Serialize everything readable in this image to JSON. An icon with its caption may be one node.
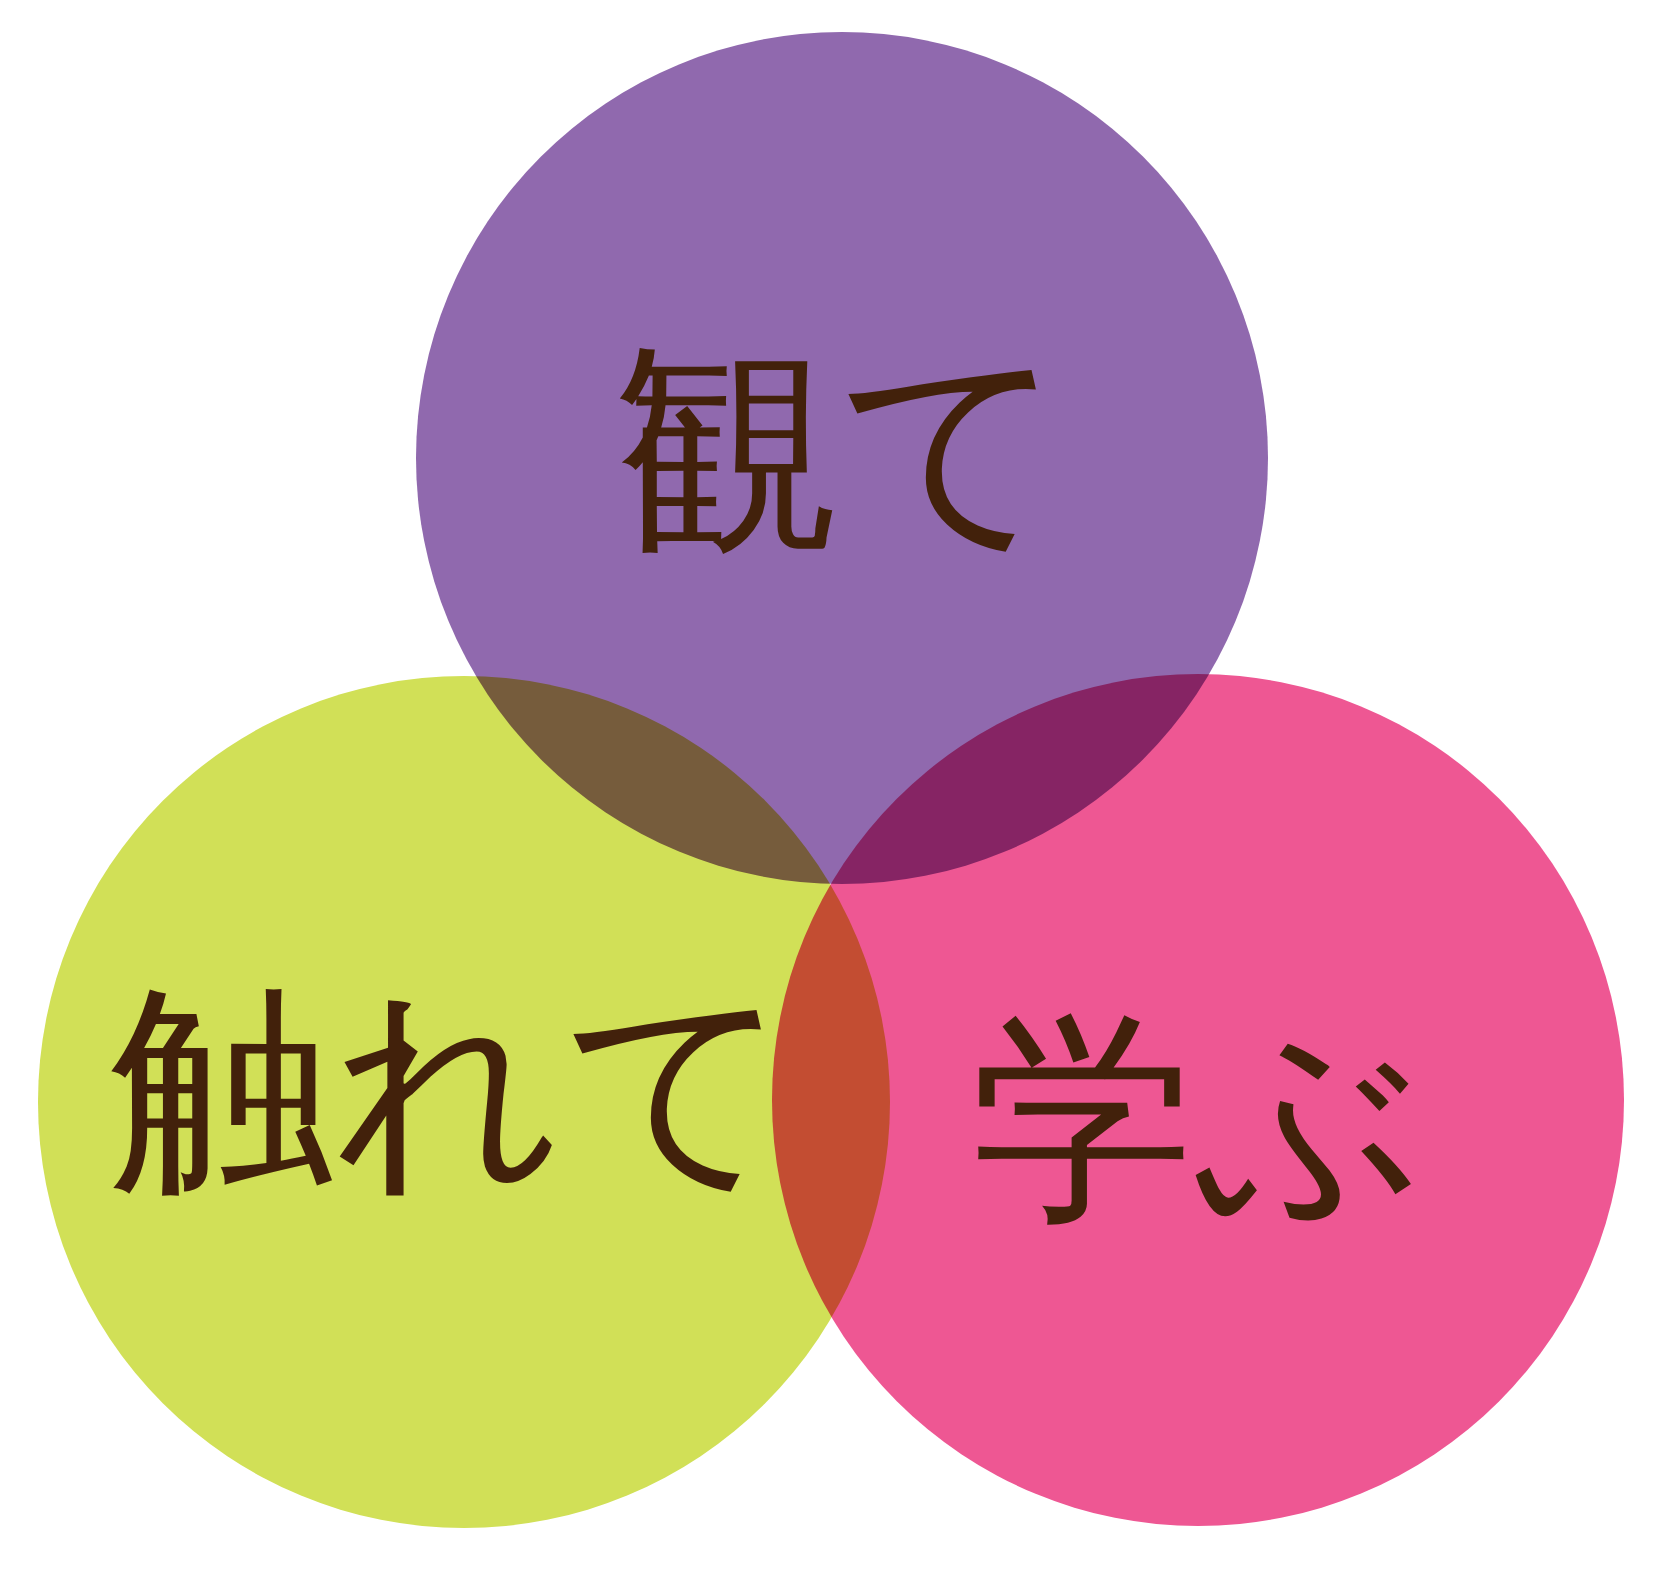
{
  "diagram": {
    "nodes": [
      {
        "text": [
          "観て"
        ]
      },
      {
        "text": [
          "触れて"
        ]
      },
      {
        "text": [
          "学ぶ"
        ]
      }
    ]
  }
}
